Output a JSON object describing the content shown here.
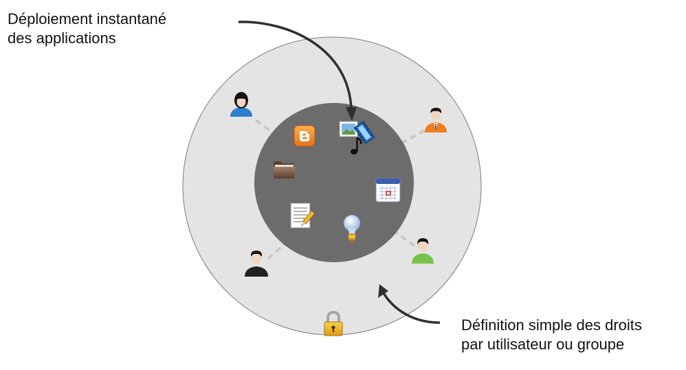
{
  "annotations": {
    "top": {
      "line1": "Déploiement instantané",
      "line2": "des applications"
    },
    "bottom": {
      "line1": "Définition simple des droits",
      "line2": "par utilisateur ou groupe"
    }
  },
  "colors": {
    "outer_ring": "#e4e4e4",
    "inner_circle": "#6c6c6c",
    "arrow": "#2f2f2f",
    "dashed_link": "#c8c8c8",
    "lock": "#e3b323"
  },
  "users": [
    {
      "icon": "user-female-blue-icon"
    },
    {
      "icon": "user-male-orange-icon"
    },
    {
      "icon": "user-male-green-icon"
    },
    {
      "icon": "user-male-black-icon"
    }
  ],
  "apps": [
    {
      "icon": "blogger-icon"
    },
    {
      "icon": "media-icon"
    },
    {
      "icon": "folder-icon"
    },
    {
      "icon": "calendar-icon"
    },
    {
      "icon": "document-edit-icon"
    },
    {
      "icon": "lightbulb-icon"
    }
  ],
  "security": {
    "icon": "lock-icon"
  }
}
